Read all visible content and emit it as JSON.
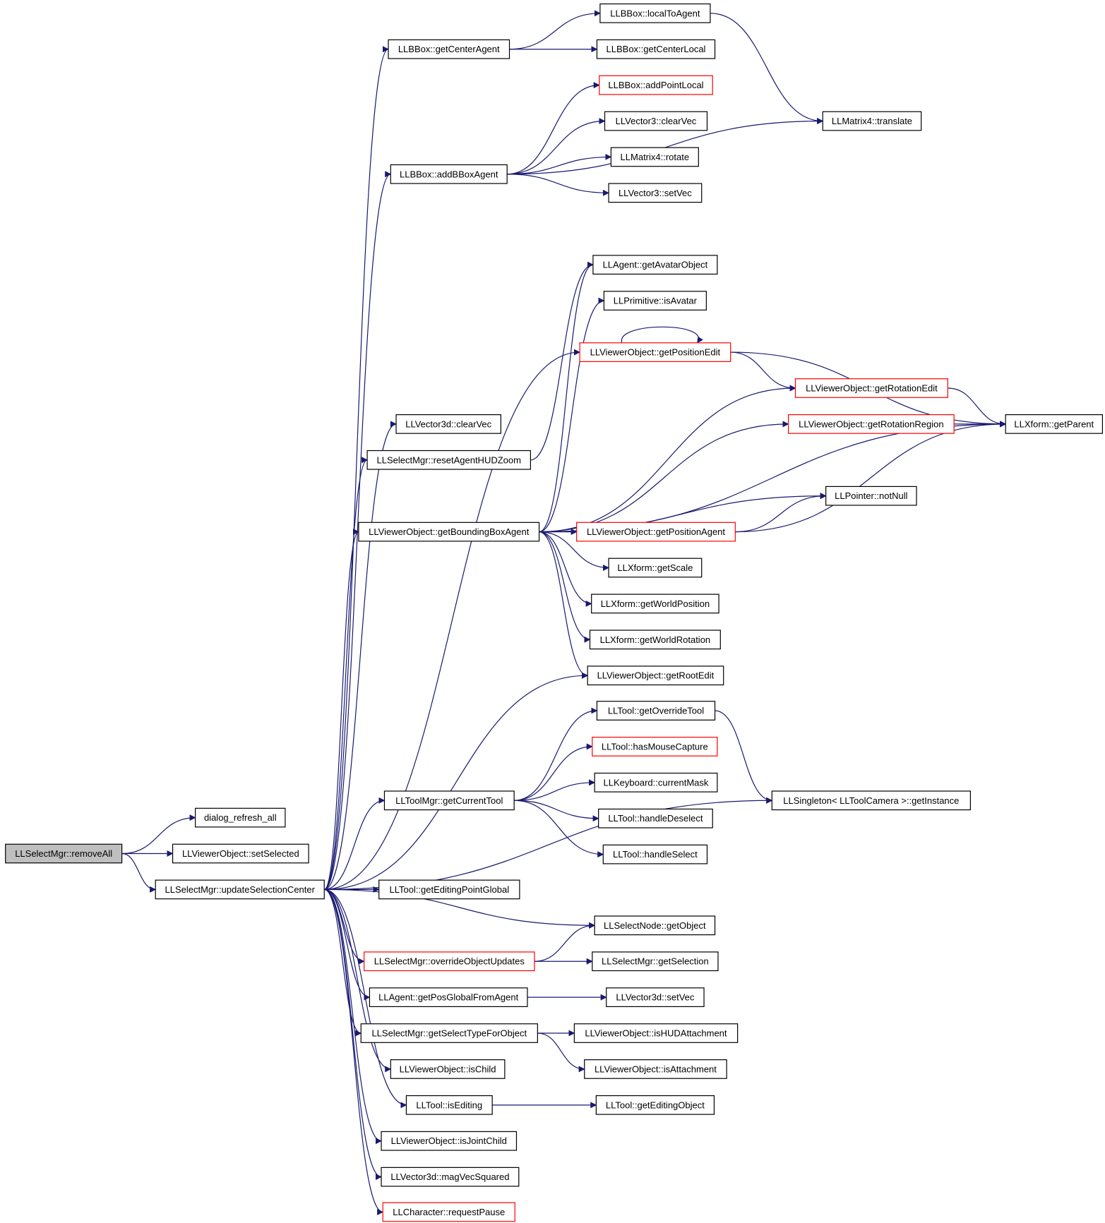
{
  "colors": {
    "edge": "#191970",
    "box_border_default": "#000000",
    "box_border_truncated": "#ff0000",
    "root_fill": "#bfbfbf",
    "box_fill": "#ffffff"
  },
  "nodes": {
    "removeAll": {
      "label": "LLSelectMgr::removeAll",
      "style": "root"
    },
    "dialog_refresh_all": {
      "label": "dialog_refresh_all",
      "style": "normal"
    },
    "setSelected": {
      "label": "LLViewerObject::setSelected",
      "style": "normal"
    },
    "updateSelectionCenter": {
      "label": "LLSelectMgr::updateSelectionCenter",
      "style": "normal"
    },
    "getCenterAgent": {
      "label": "LLBBox::getCenterAgent",
      "style": "normal"
    },
    "localToAgent": {
      "label": "LLBBox::localToAgent",
      "style": "normal"
    },
    "getCenterLocal": {
      "label": "LLBBox::getCenterLocal",
      "style": "normal"
    },
    "translate": {
      "label": "LLMatrix4::translate",
      "style": "normal"
    },
    "addPointLocal": {
      "label": "LLBBox::addPointLocal",
      "style": "truncated"
    },
    "v3clearVec": {
      "label": "LLVector3::clearVec",
      "style": "normal"
    },
    "rotate": {
      "label": "LLMatrix4::rotate",
      "style": "normal"
    },
    "v3setVec": {
      "label": "LLVector3::setVec",
      "style": "normal"
    },
    "addBBoxAgent": {
      "label": "LLBBox::addBBoxAgent",
      "style": "normal"
    },
    "getAvatarObject": {
      "label": "LLAgent::getAvatarObject",
      "style": "normal"
    },
    "isAvatar": {
      "label": "LLPrimitive::isAvatar",
      "style": "normal"
    },
    "getPositionEdit": {
      "label": "LLViewerObject::getPositionEdit",
      "style": "truncated"
    },
    "getRotationEdit": {
      "label": "LLViewerObject::getRotationEdit",
      "style": "truncated"
    },
    "getRotationRegion": {
      "label": "LLViewerObject::getRotationRegion",
      "style": "truncated"
    },
    "getParent": {
      "label": "LLXform::getParent",
      "style": "normal"
    },
    "v3dclearVec": {
      "label": "LLVector3d::clearVec",
      "style": "normal"
    },
    "resetAgentHUDZoom": {
      "label": "LLSelectMgr::resetAgentHUDZoom",
      "style": "normal"
    },
    "notNull": {
      "label": "LLPointer::notNull",
      "style": "normal"
    },
    "getBoundingBoxAgent": {
      "label": "LLViewerObject::getBoundingBoxAgent",
      "style": "normal"
    },
    "getPositionAgent": {
      "label": "LLViewerObject::getPositionAgent",
      "style": "truncated"
    },
    "getScale": {
      "label": "LLXform::getScale",
      "style": "normal"
    },
    "getWorldPosition": {
      "label": "LLXform::getWorldPosition",
      "style": "normal"
    },
    "getWorldRotation": {
      "label": "LLXform::getWorldRotation",
      "style": "normal"
    },
    "getRootEdit": {
      "label": "LLViewerObject::getRootEdit",
      "style": "normal"
    },
    "getOverrideTool": {
      "label": "LLTool::getOverrideTool",
      "style": "normal"
    },
    "hasMouseCapture": {
      "label": "LLTool::hasMouseCapture",
      "style": "truncated"
    },
    "currentMask": {
      "label": "LLKeyboard::currentMask",
      "style": "normal"
    },
    "getInstance": {
      "label": "LLSingleton< LLToolCamera >::getInstance",
      "style": "normal"
    },
    "getCurrentTool": {
      "label": "LLToolMgr::getCurrentTool",
      "style": "normal"
    },
    "handleDeselect": {
      "label": "LLTool::handleDeselect",
      "style": "normal"
    },
    "handleSelect": {
      "label": "LLTool::handleSelect",
      "style": "normal"
    },
    "getEditingPointGlobal": {
      "label": "LLTool::getEditingPointGlobal",
      "style": "normal"
    },
    "getObject": {
      "label": "LLSelectNode::getObject",
      "style": "normal"
    },
    "overrideObjectUpdates": {
      "label": "LLSelectMgr::overrideObjectUpdates",
      "style": "truncated"
    },
    "getSelection": {
      "label": "LLSelectMgr::getSelection",
      "style": "normal"
    },
    "getPosGlobalFromAgent": {
      "label": "LLAgent::getPosGlobalFromAgent",
      "style": "normal"
    },
    "v3dsetVec": {
      "label": "LLVector3d::setVec",
      "style": "normal"
    },
    "getSelectTypeForObject": {
      "label": "LLSelectMgr::getSelectTypeForObject",
      "style": "normal"
    },
    "isHUDAttachment": {
      "label": "LLViewerObject::isHUDAttachment",
      "style": "normal"
    },
    "isChild": {
      "label": "LLViewerObject::isChild",
      "style": "normal"
    },
    "isAttachment": {
      "label": "LLViewerObject::isAttachment",
      "style": "normal"
    },
    "isEditing": {
      "label": "LLTool::isEditing",
      "style": "normal"
    },
    "getEditingObject": {
      "label": "LLTool::getEditingObject",
      "style": "normal"
    },
    "isJointChild": {
      "label": "LLViewerObject::isJointChild",
      "style": "normal"
    },
    "magVecSquared": {
      "label": "LLVector3d::magVecSquared",
      "style": "normal"
    },
    "requestPause": {
      "label": "LLCharacter::requestPause",
      "style": "truncated"
    }
  },
  "edges": [
    [
      "removeAll",
      "dialog_refresh_all"
    ],
    [
      "removeAll",
      "setSelected"
    ],
    [
      "removeAll",
      "updateSelectionCenter"
    ],
    [
      "updateSelectionCenter",
      "getCenterAgent"
    ],
    [
      "updateSelectionCenter",
      "addBBoxAgent"
    ],
    [
      "updateSelectionCenter",
      "v3dclearVec"
    ],
    [
      "updateSelectionCenter",
      "resetAgentHUDZoom"
    ],
    [
      "updateSelectionCenter",
      "getBoundingBoxAgent"
    ],
    [
      "updateSelectionCenter",
      "getPositionEdit"
    ],
    [
      "updateSelectionCenter",
      "getRootEdit"
    ],
    [
      "updateSelectionCenter",
      "getCurrentTool"
    ],
    [
      "updateSelectionCenter",
      "getInstance"
    ],
    [
      "updateSelectionCenter",
      "getEditingPointGlobal"
    ],
    [
      "updateSelectionCenter",
      "getObject"
    ],
    [
      "updateSelectionCenter",
      "overrideObjectUpdates"
    ],
    [
      "updateSelectionCenter",
      "getPosGlobalFromAgent"
    ],
    [
      "updateSelectionCenter",
      "getSelectTypeForObject"
    ],
    [
      "updateSelectionCenter",
      "isChild"
    ],
    [
      "updateSelectionCenter",
      "isEditing"
    ],
    [
      "updateSelectionCenter",
      "isJointChild"
    ],
    [
      "updateSelectionCenter",
      "magVecSquared"
    ],
    [
      "updateSelectionCenter",
      "requestPause"
    ],
    [
      "getCenterAgent",
      "localToAgent"
    ],
    [
      "getCenterAgent",
      "getCenterLocal"
    ],
    [
      "localToAgent",
      "translate"
    ],
    [
      "addBBoxAgent",
      "addPointLocal"
    ],
    [
      "addBBoxAgent",
      "v3clearVec"
    ],
    [
      "addBBoxAgent",
      "rotate"
    ],
    [
      "addBBoxAgent",
      "v3setVec"
    ],
    [
      "addBBoxAgent",
      "translate"
    ],
    [
      "resetAgentHUDZoom",
      "getAvatarObject"
    ],
    [
      "getBoundingBoxAgent",
      "getAvatarObject"
    ],
    [
      "getBoundingBoxAgent",
      "isAvatar"
    ],
    [
      "getBoundingBoxAgent",
      "getRotationEdit"
    ],
    [
      "getBoundingBoxAgent",
      "getRotationRegion"
    ],
    [
      "getBoundingBoxAgent",
      "getParent"
    ],
    [
      "getBoundingBoxAgent",
      "notNull"
    ],
    [
      "getBoundingBoxAgent",
      "getPositionAgent"
    ],
    [
      "getBoundingBoxAgent",
      "getScale"
    ],
    [
      "getBoundingBoxAgent",
      "getWorldPosition"
    ],
    [
      "getBoundingBoxAgent",
      "getWorldRotation"
    ],
    [
      "getBoundingBoxAgent",
      "getRootEdit"
    ],
    [
      "getPositionEdit",
      "getPositionEdit"
    ],
    [
      "getPositionEdit",
      "getRotationEdit"
    ],
    [
      "getPositionEdit",
      "getParent"
    ],
    [
      "getRotationEdit",
      "getParent"
    ],
    [
      "getRotationRegion",
      "getParent"
    ],
    [
      "getPositionAgent",
      "notNull"
    ],
    [
      "getPositionAgent",
      "getParent"
    ],
    [
      "getCurrentTool",
      "getOverrideTool"
    ],
    [
      "getCurrentTool",
      "hasMouseCapture"
    ],
    [
      "getCurrentTool",
      "currentMask"
    ],
    [
      "getCurrentTool",
      "handleDeselect"
    ],
    [
      "getCurrentTool",
      "handleSelect"
    ],
    [
      "getOverrideTool",
      "getInstance"
    ],
    [
      "overrideObjectUpdates",
      "getObject"
    ],
    [
      "overrideObjectUpdates",
      "getSelection"
    ],
    [
      "getPosGlobalFromAgent",
      "v3dsetVec"
    ],
    [
      "getSelectTypeForObject",
      "isHUDAttachment"
    ],
    [
      "getSelectTypeForObject",
      "isAttachment"
    ],
    [
      "isEditing",
      "getEditingObject"
    ]
  ]
}
